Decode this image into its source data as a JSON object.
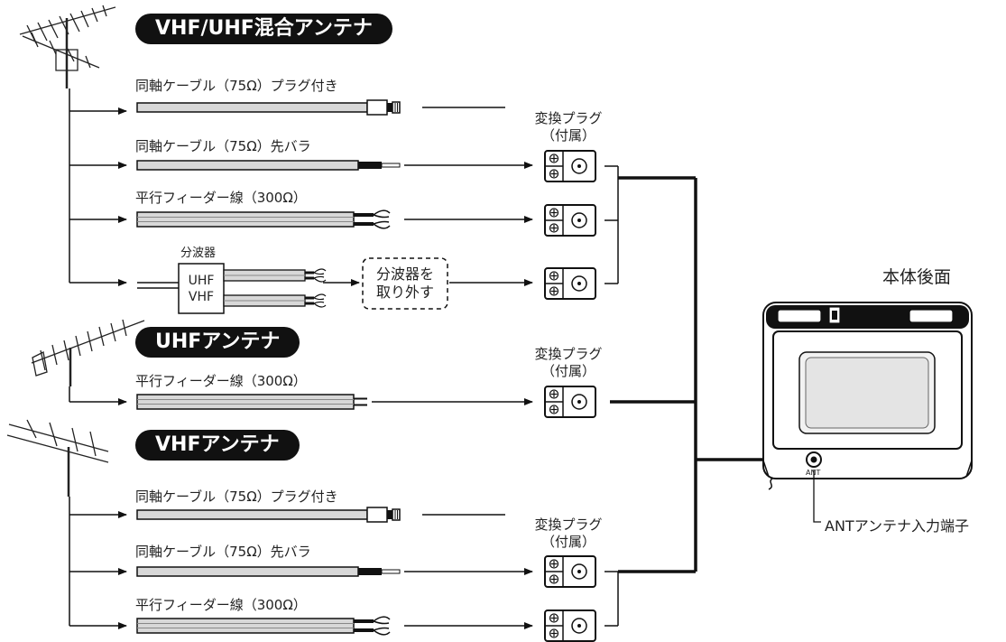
{
  "antennas": {
    "mixed": "VHF/UHF混合アンテナ",
    "uhf": "UHFアンテナ",
    "vhf": "VHFアンテナ"
  },
  "cables": {
    "coax_plug": "同軸ケーブル（75Ω）プラグ付き",
    "coax_bare": "同軸ケーブル（75Ω）先バラ",
    "feeder": "平行フィーダー線（300Ω）"
  },
  "splitter": {
    "title": "分波器",
    "line1": "UHF",
    "line2": "VHF",
    "remove_line1": "分波器を",
    "remove_line2": "取り外す"
  },
  "converter": {
    "line1": "変換プラグ",
    "line2": "（付属）"
  },
  "tv": {
    "title": "本体後面",
    "ant_small": "ANT",
    "terminal": "ANTアンテナ入力端子"
  }
}
